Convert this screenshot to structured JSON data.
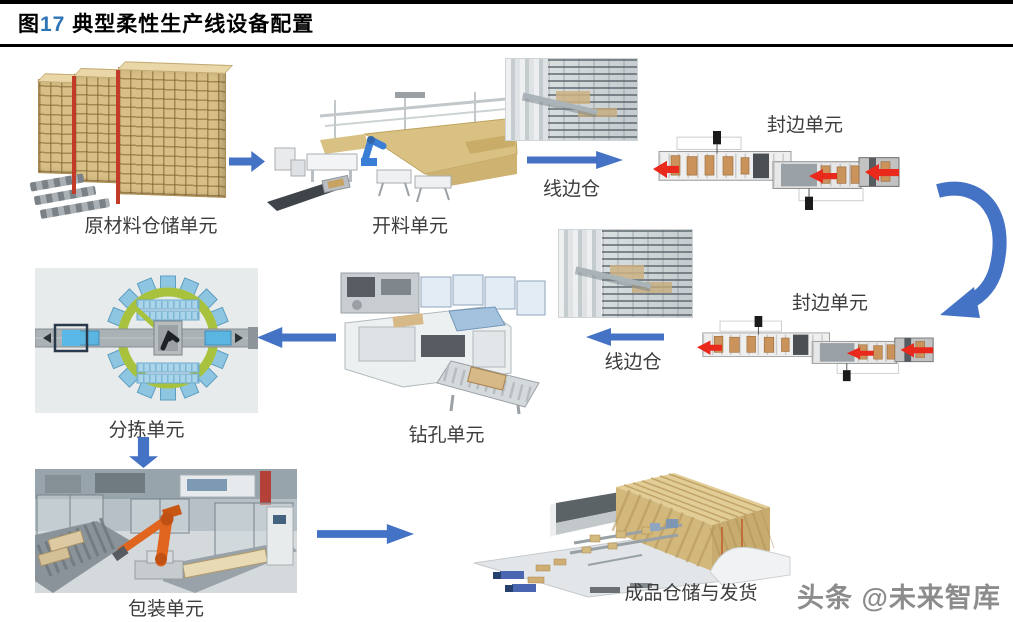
{
  "header": {
    "figure_prefix": "图",
    "figure_number": "17",
    "title_text": " 典型柔性生产线设备配置"
  },
  "flow": {
    "raw_storage": {
      "label": "原材料仓储单元"
    },
    "cutting": {
      "label": "开料单元"
    },
    "lineside_1": {
      "label": "线边仓"
    },
    "edgeband_1": {
      "label": "封边单元"
    },
    "edgeband_2": {
      "label": "封边单元"
    },
    "lineside_2": {
      "label": "线边仓"
    },
    "drilling": {
      "label": "钻孔单元"
    },
    "sorting": {
      "label": "分拣单元"
    },
    "packaging": {
      "label": "包装单元"
    },
    "finished_storage": {
      "label": "成品仓储与发货"
    }
  },
  "watermark": {
    "text": "头条 @未来智库"
  },
  "colors": {
    "flow_arrow_blue": "#4472C4",
    "conveyor_arrow_red": "#E8291C",
    "title_number_blue": "#2E75B6",
    "rack_tan": "#D8BF85",
    "sorter_ring_green": "#A8C23E",
    "robot_orange": "#E0651F"
  }
}
